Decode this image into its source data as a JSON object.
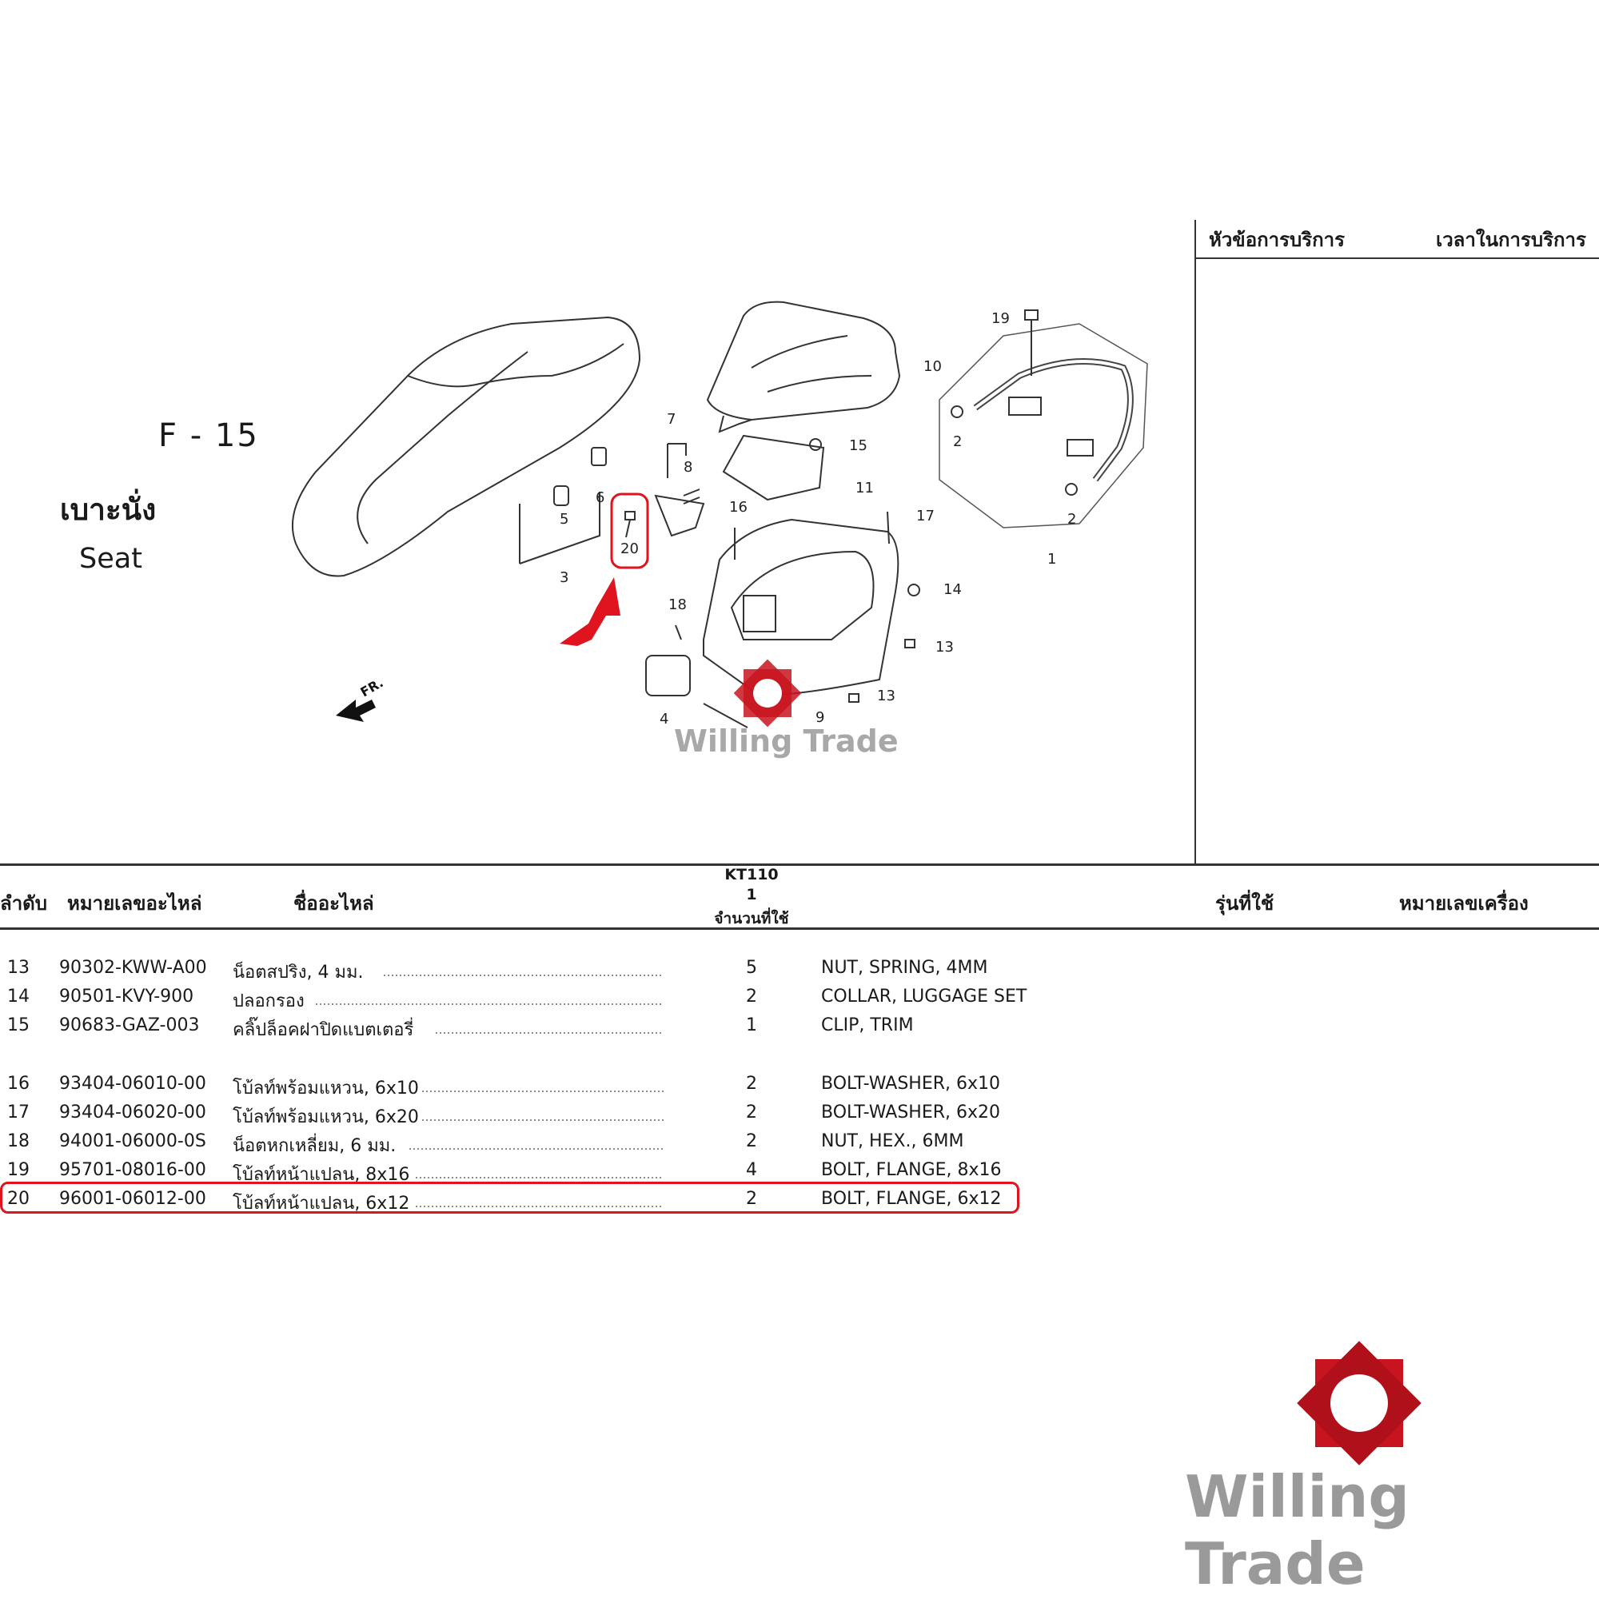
{
  "diagram": {
    "sheet_code": "F - 15",
    "section_title_th": "เบาะนั่ง",
    "section_title_en": "Seat",
    "front_marker": "FR.",
    "callouts": [
      "1",
      "2",
      "2",
      "3",
      "4",
      "5",
      "6",
      "7",
      "8",
      "9",
      "10",
      "11",
      "13",
      "13",
      "14",
      "15",
      "16",
      "17",
      "18",
      "19",
      "20"
    ],
    "highlight_color": "#e0141e"
  },
  "service_panel": {
    "col_topic": "หัวข้อการบริการ",
    "col_time": "เวลาในการบริการ"
  },
  "table": {
    "headers": {
      "no": "ลำดับ",
      "part_number": "หมายเลขอะไหล่",
      "part_name": "ชื่ออะไหล่",
      "model": "KT110",
      "model_sub": "1",
      "qty": "จำนวนที่ใช้",
      "applicable_model": "รุ่นที่ใช้",
      "engine_number": "หมายเลขเครื่อง"
    },
    "rows": [
      {
        "no": "13",
        "part": "90302-KWW-A00",
        "name_th": "น็อตสปริง, 4 มม.",
        "qty": "5",
        "name_en": "NUT, SPRING, 4MM"
      },
      {
        "no": "14",
        "part": "90501-KVY-900",
        "name_th": "ปลอกรอง",
        "qty": "2",
        "name_en": "COLLAR, LUGGAGE SET"
      },
      {
        "no": "15",
        "part": "90683-GAZ-003",
        "name_th": "คลิ๊ปล็อคฝาปิดแบตเตอรี่",
        "qty": "1",
        "name_en": "CLIP, TRIM"
      },
      {
        "no": "16",
        "part": "93404-06010-00",
        "name_th": "โบ้ลท์พร้อมแหวน, 6x10",
        "qty": "2",
        "name_en": "BOLT-WASHER, 6x10"
      },
      {
        "no": "17",
        "part": "93404-06020-00",
        "name_th": "โบ้ลท์พร้อมแหวน, 6x20",
        "qty": "2",
        "name_en": "BOLT-WASHER, 6x20"
      },
      {
        "no": "18",
        "part": "94001-06000-0S",
        "name_th": "น็อตหกเหลี่ยม, 6 มม.",
        "qty": "2",
        "name_en": "NUT, HEX., 6MM"
      },
      {
        "no": "19",
        "part": "95701-08016-00",
        "name_th": "โบ้ลท์หน้าแปลน, 8x16",
        "qty": "4",
        "name_en": "BOLT, FLANGE, 8x16"
      },
      {
        "no": "20",
        "part": "96001-06012-00",
        "name_th": "โบ้ลท์หน้าแปลน, 6x12",
        "qty": "2",
        "name_en": "BOLT, FLANGE, 6x12"
      }
    ],
    "highlighted_row": "20"
  },
  "watermark": {
    "brand": "Willing Trade",
    "logo_color": "#c8141e"
  }
}
